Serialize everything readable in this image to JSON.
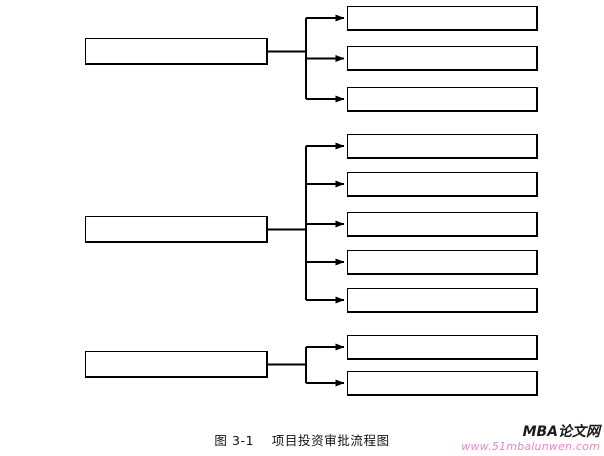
{
  "figure": {
    "caption_number": "图 3-1",
    "caption_title": "项目投资审批流程图"
  },
  "watermark": {
    "brand": "MBA论文网",
    "url": "www.51mbalunwen.com",
    "brand_color": "#1a1a1a",
    "url_color": "#e487c8"
  },
  "diagram": {
    "type": "flowchart",
    "orientation": "left-to-right",
    "line_color": "#000000",
    "box_fill": "#ffffff",
    "box_border_color": "#000000",
    "label_text_color": "#fdfdfd",
    "note": "All node labels are rendered in a near-white tone and are not legible in the source image.",
    "groups": [
      {
        "root": {
          "label": ""
        },
        "leaves": [
          {
            "label": ""
          },
          {
            "label": ""
          },
          {
            "label": ""
          }
        ]
      },
      {
        "root": {
          "label": ""
        },
        "leaves": [
          {
            "label": ""
          },
          {
            "label": ""
          },
          {
            "label": ""
          },
          {
            "label": ""
          },
          {
            "label": ""
          }
        ]
      },
      {
        "root": {
          "label": ""
        },
        "leaves": [
          {
            "label": ""
          },
          {
            "label": ""
          }
        ]
      }
    ]
  }
}
